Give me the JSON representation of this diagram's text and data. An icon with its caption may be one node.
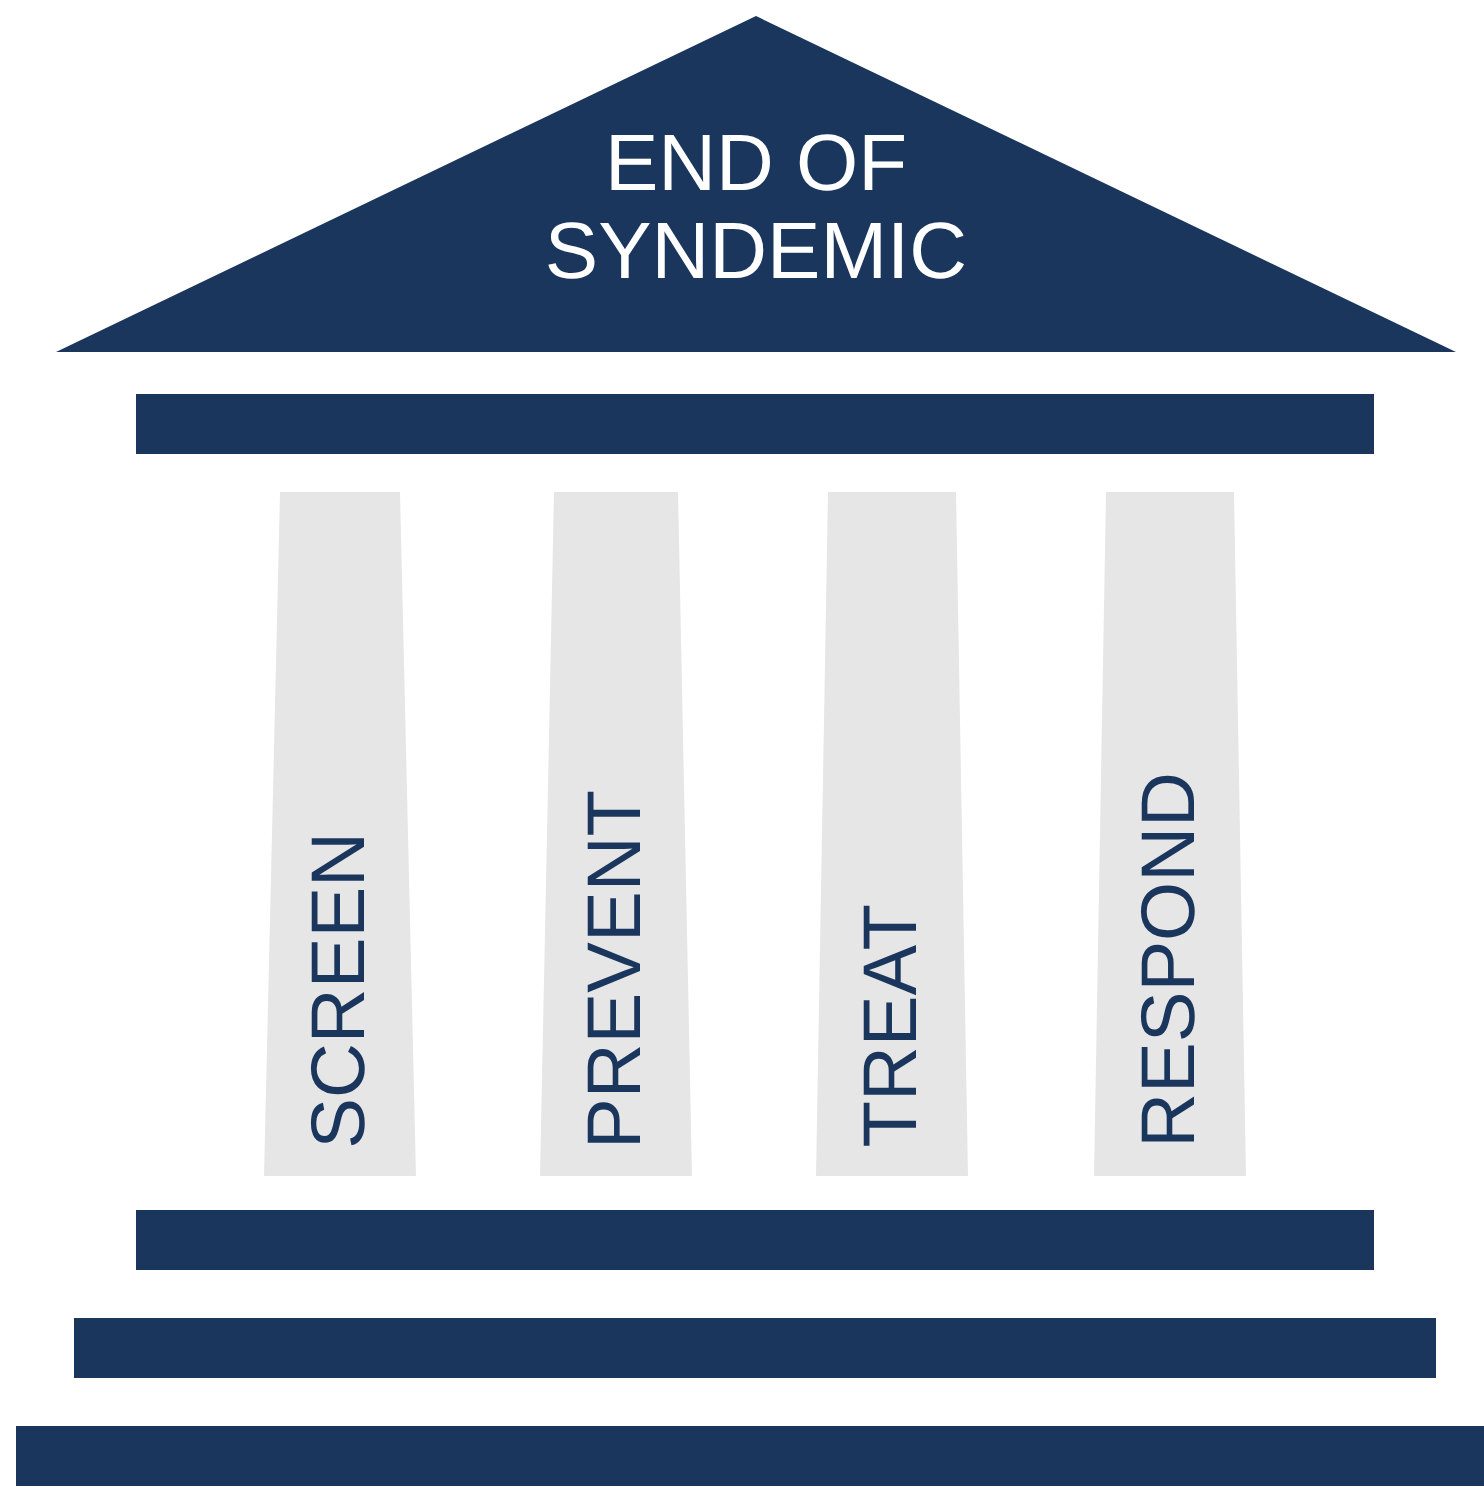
{
  "diagram": {
    "nodes": [
      {
        "text": [
          "END OF SYNDEMIC"
        ]
      },
      {
        "text": [],
        "shape": "bar"
      },
      {
        "text": [
          "SCREEN"
        ]
      },
      {
        "text": [
          "PREVENT"
        ]
      },
      {
        "text": [
          "TREAT"
        ]
      },
      {
        "text": [
          "RESPOND"
        ]
      },
      {
        "text": [],
        "shape": "bar"
      },
      {
        "text": [],
        "shape": "bar"
      },
      {
        "text": [],
        "shape": "bar"
      }
    ],
    "edges": []
  }
}
